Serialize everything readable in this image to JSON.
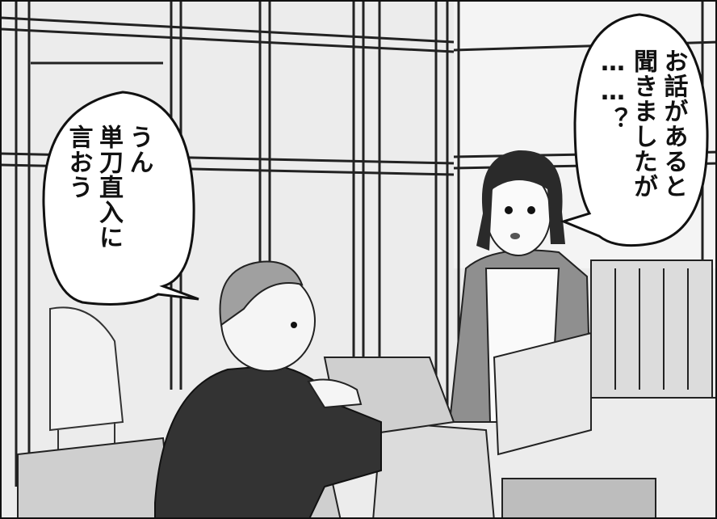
{
  "panel": {
    "left_balloon": {
      "lines": [
        "うん",
        "単刀直入に",
        "言おう"
      ]
    },
    "right_balloon": {
      "lines": [
        "お話があると",
        "聞きましたが",
        "……？"
      ]
    }
  }
}
